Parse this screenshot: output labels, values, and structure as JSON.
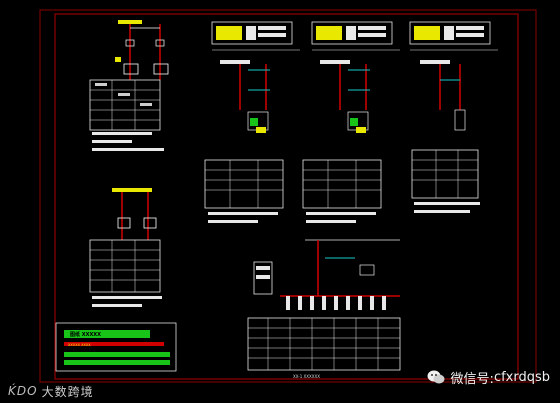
{
  "watermark_left": {
    "logo": "ḰDO",
    "text": "大数跨境"
  },
  "watermark_right": {
    "prefix": "微信号: ",
    "id": "cfxrdqsb"
  },
  "title_block": {
    "line1": "图纸  XXXXX",
    "line2": "XXXXX  XXXX"
  },
  "legend_bottom": {
    "caption": "XX-1  XXXXXX"
  },
  "colors": {
    "frame": "#b00000",
    "white_line": "#ffffff",
    "table_line": "#e8e8e8",
    "green": "#18c418",
    "cyan": "#18c8c8",
    "yellow": "#e8e800",
    "red": "#e00000",
    "magenta": "#d0d0ff"
  }
}
